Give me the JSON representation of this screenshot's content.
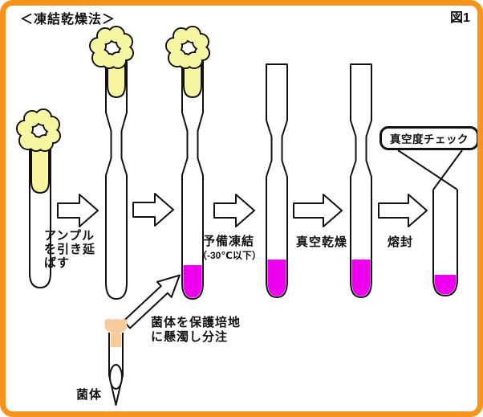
{
  "figure": {
    "title": "＜凍結乾燥法＞",
    "figure_label": "図1"
  },
  "steps": {
    "stretch_ampoule": "アンプル\nを引き延\nばす",
    "prefreeze": "予備凍結",
    "prefreeze_condition": "（-30℃以下）",
    "vacuum_dry": "真空乾燥",
    "seal": "熔封",
    "vacuum_check": "真空度チェック",
    "dispense": "菌体を保護培地\nに懸濁し分注",
    "cells": "菌体"
  },
  "colors": {
    "border_orange": "#F7941D",
    "cotton_yellow": "#F7F7A3",
    "liquid_magenta": "#EE00EE",
    "plug_peach": "#F6CB9E"
  }
}
